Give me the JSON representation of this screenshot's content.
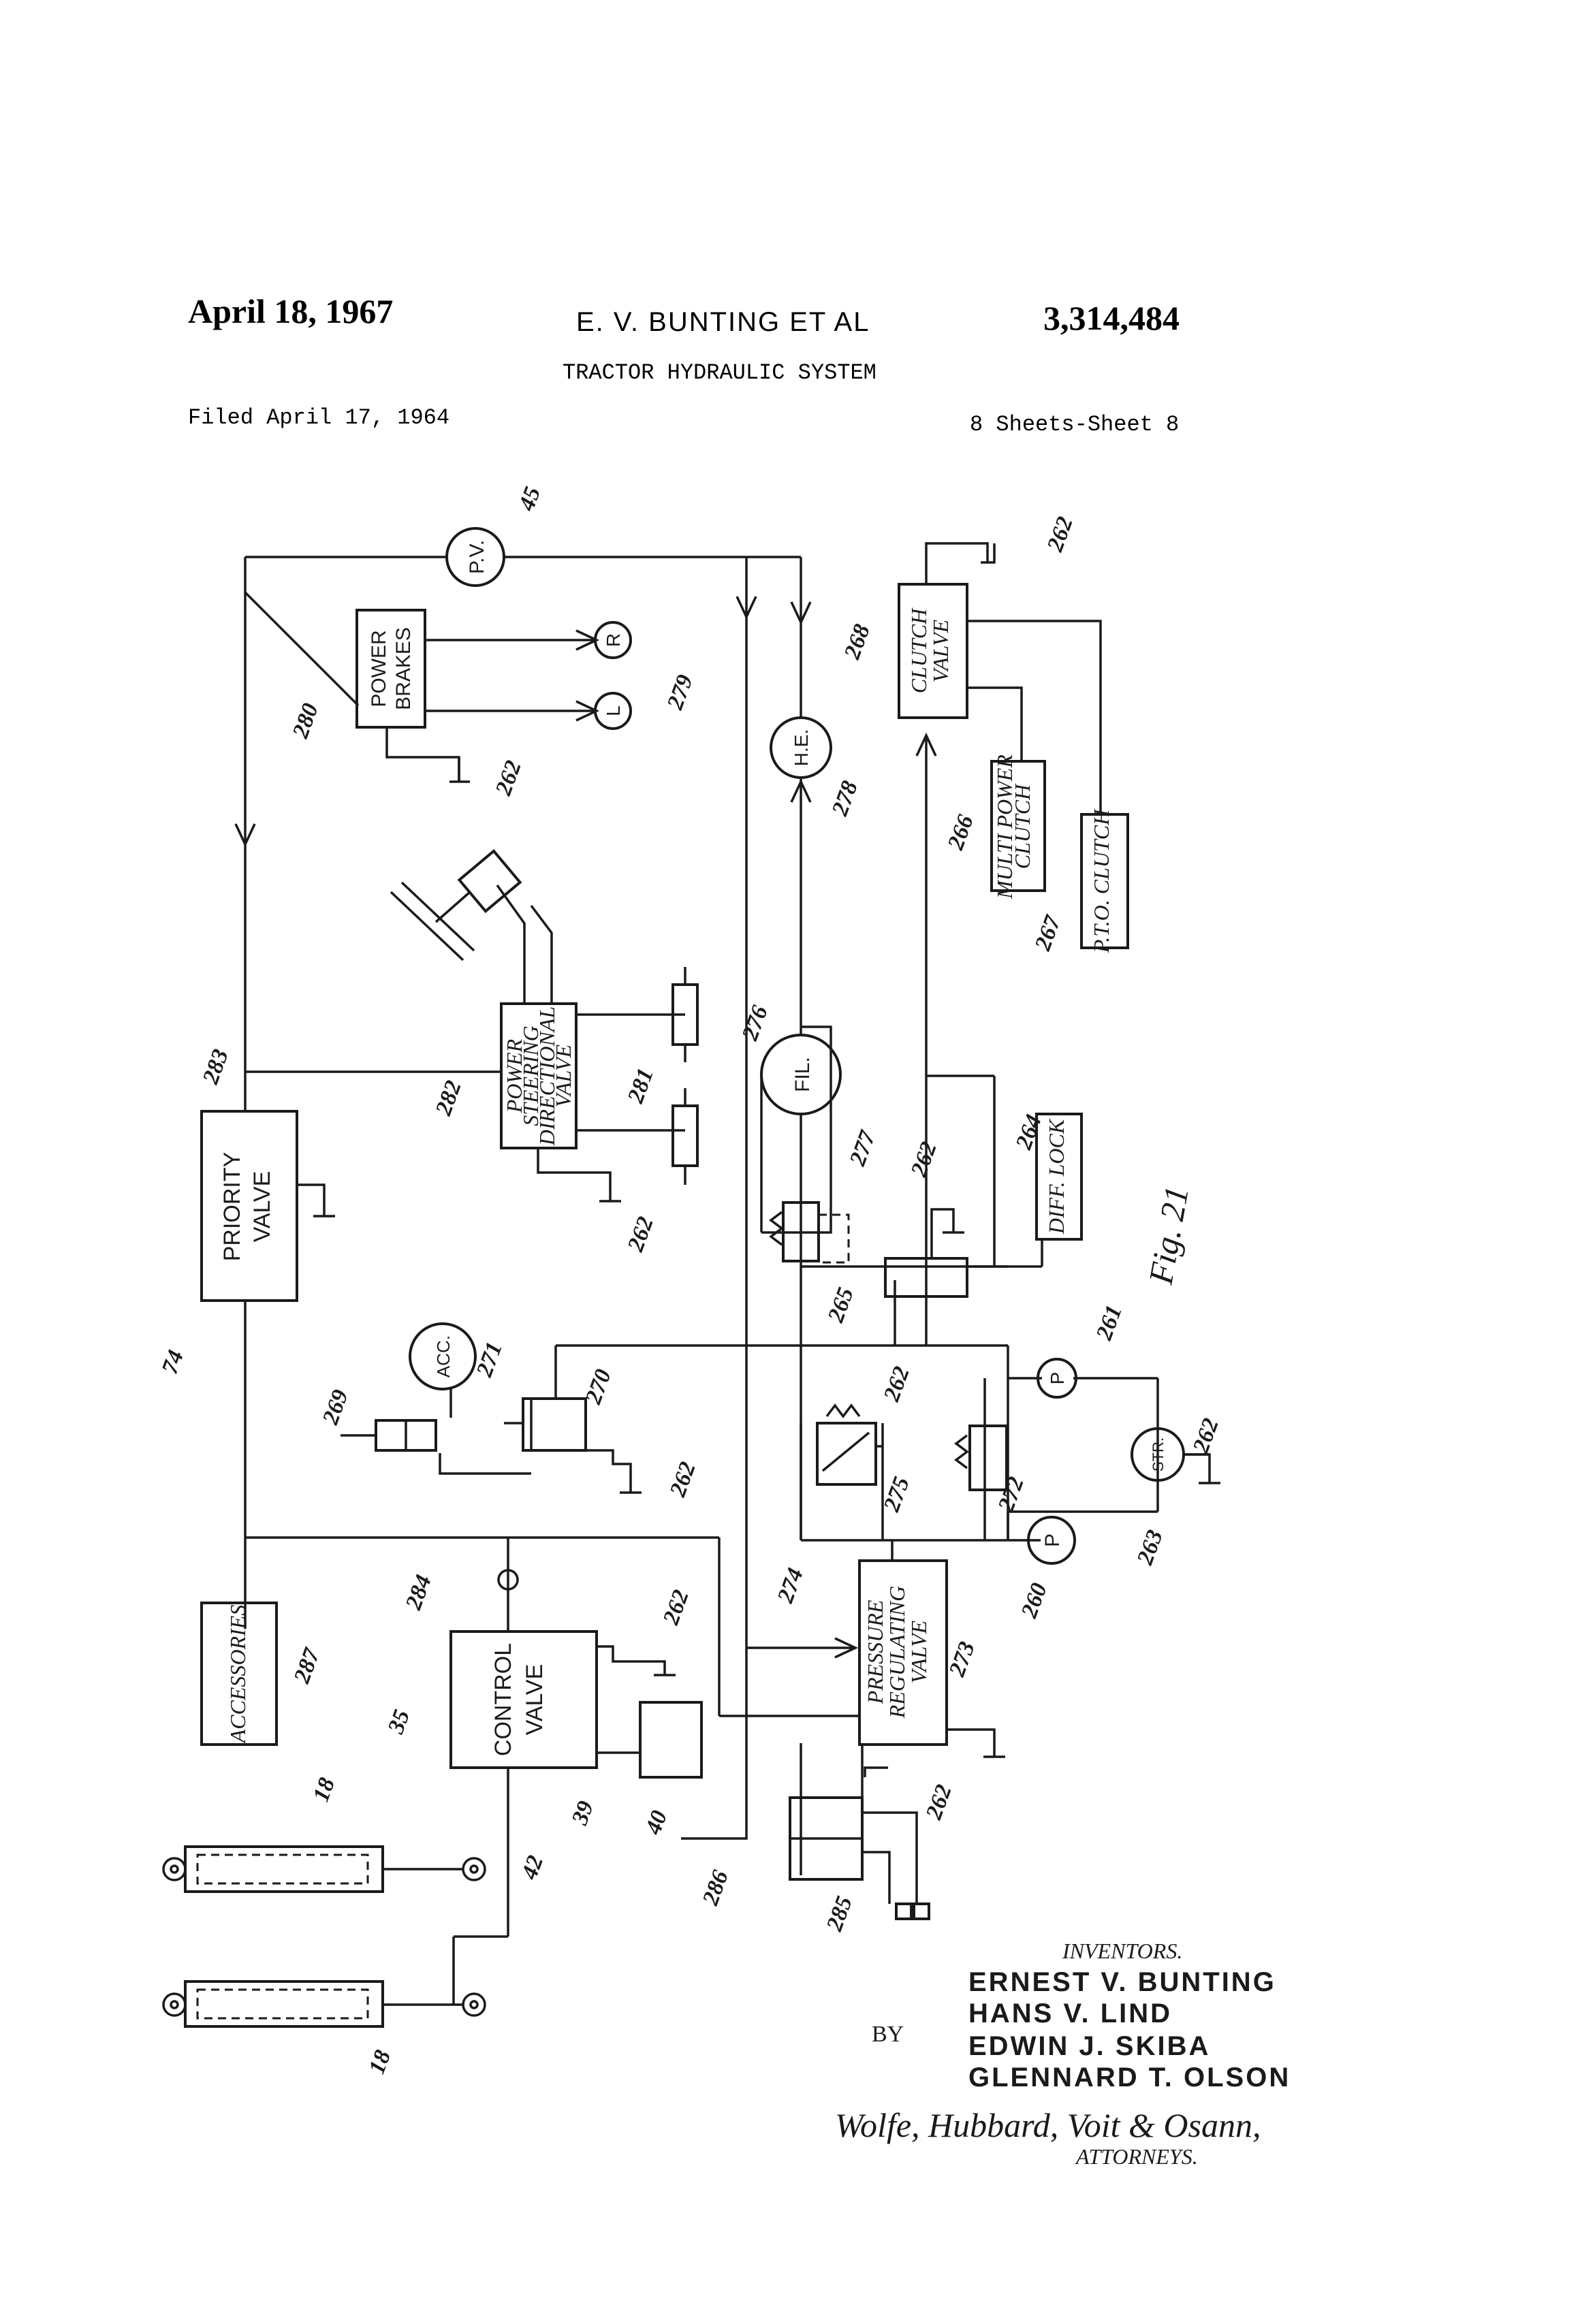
{
  "header": {
    "date": "April 18, 1967",
    "inventor_line": "E. V. BUNTING ET AL",
    "patent_number": "3,314,484",
    "title": "TRACTOR HYDRAULIC SYSTEM",
    "filed": "Filed April 17, 1964",
    "sheets": "8 Sheets-Sheet 8"
  },
  "components": {
    "power_brakes_1": "POWER",
    "power_brakes_2": "BRAKES",
    "priority_1": "PRIORITY",
    "priority_2": "VALVE",
    "power_steering_1": "POWER",
    "power_steering_2": "STEERING",
    "power_steering_3": "DIRECTIONAL",
    "power_steering_4": "VALVE",
    "clutch_1": "CLUTCH",
    "clutch_2": "VALVE",
    "multi_power_1": "MULTI POWER",
    "multi_power_2": "CLUTCH",
    "pto_clutch": "P.T.O. CLUTCH",
    "diff_lock": "DIFF. LOCK",
    "pressure_1": "PRESSURE",
    "pressure_2": "REGULATING",
    "pressure_3": "VALVE",
    "control_1": "CONTROL",
    "control_2": "VALVE",
    "accessories": "ACCESSORIES"
  },
  "circles": {
    "pv": "P.V.",
    "r": "R",
    "l": "L",
    "he": "H.E.",
    "fil": "FIL.",
    "acc": "ACC.",
    "p_upper": "P",
    "p_lower": "P",
    "str": "STR."
  },
  "refs": {
    "r45": "45",
    "r262": "262",
    "r268": "268",
    "r279": "279",
    "r280": "280",
    "r278": "278",
    "r266": "266",
    "r267": "267",
    "r276": "276",
    "r277": "277",
    "r283": "283",
    "r282": "282",
    "r281": "281",
    "r264": "264",
    "r265": "265",
    "r263": "263",
    "r261": "261",
    "r260": "260",
    "r74": "74",
    "r269": "269",
    "r271": "271",
    "r270": "270",
    "r275": "275",
    "r272": "272",
    "r274": "274",
    "r273": "273",
    "r284": "284",
    "r287": "287",
    "r35": "35",
    "r39": "39",
    "r40": "40",
    "r42": "42",
    "r18": "18",
    "r286": "286",
    "r285": "285"
  },
  "figure": "Fig. 21",
  "inventors": {
    "heading": "INVENTORS.",
    "by": "BY",
    "names": [
      "ERNEST V. BUNTING",
      "HANS V. LIND",
      "EDWIN J. SKIBA",
      "GLENNARD T. OLSON"
    ],
    "attorney_signature": "Wolfe, Hubbard, Voit & Osann,",
    "attorneys": "ATTORNEYS."
  }
}
